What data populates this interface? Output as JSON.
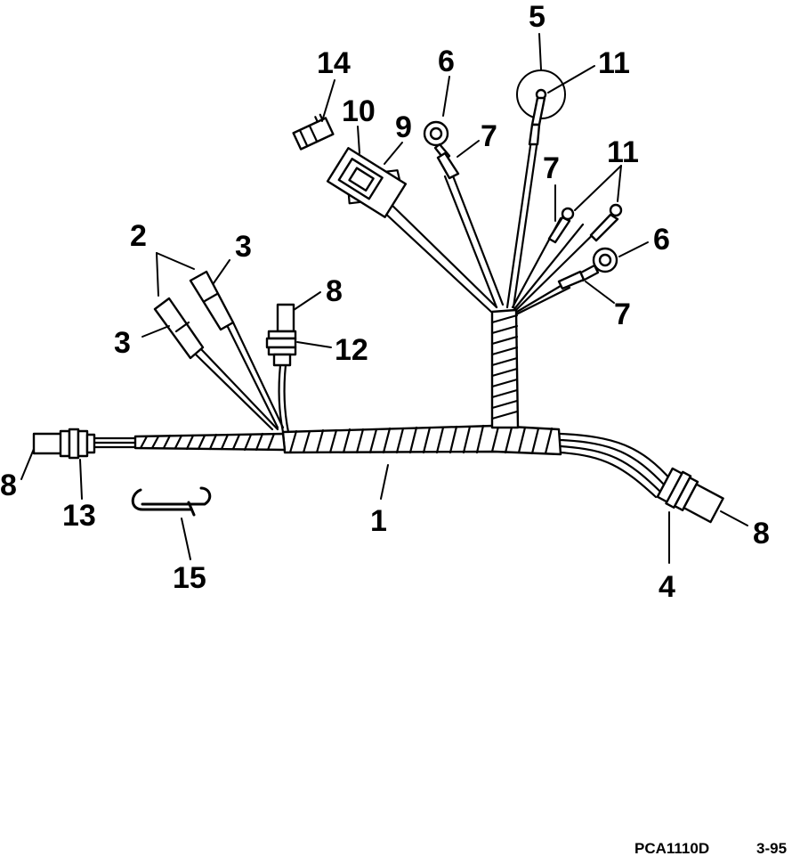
{
  "callouts": {
    "c1": "1",
    "c2": "2",
    "c3a": "3",
    "c3b": "3",
    "c4": "4",
    "c5": "5",
    "c6a": "6",
    "c6b": "6",
    "c7a": "7",
    "c7b": "7",
    "c7c": "7",
    "c8a": "8",
    "c8b": "8",
    "c8c": "8",
    "c9": "9",
    "c10": "10",
    "c11a": "11",
    "c11b": "11",
    "c12": "12",
    "c13": "13",
    "c14": "14",
    "c15": "15"
  },
  "footer": {
    "code": "PCA1110D",
    "date": "3-95"
  }
}
